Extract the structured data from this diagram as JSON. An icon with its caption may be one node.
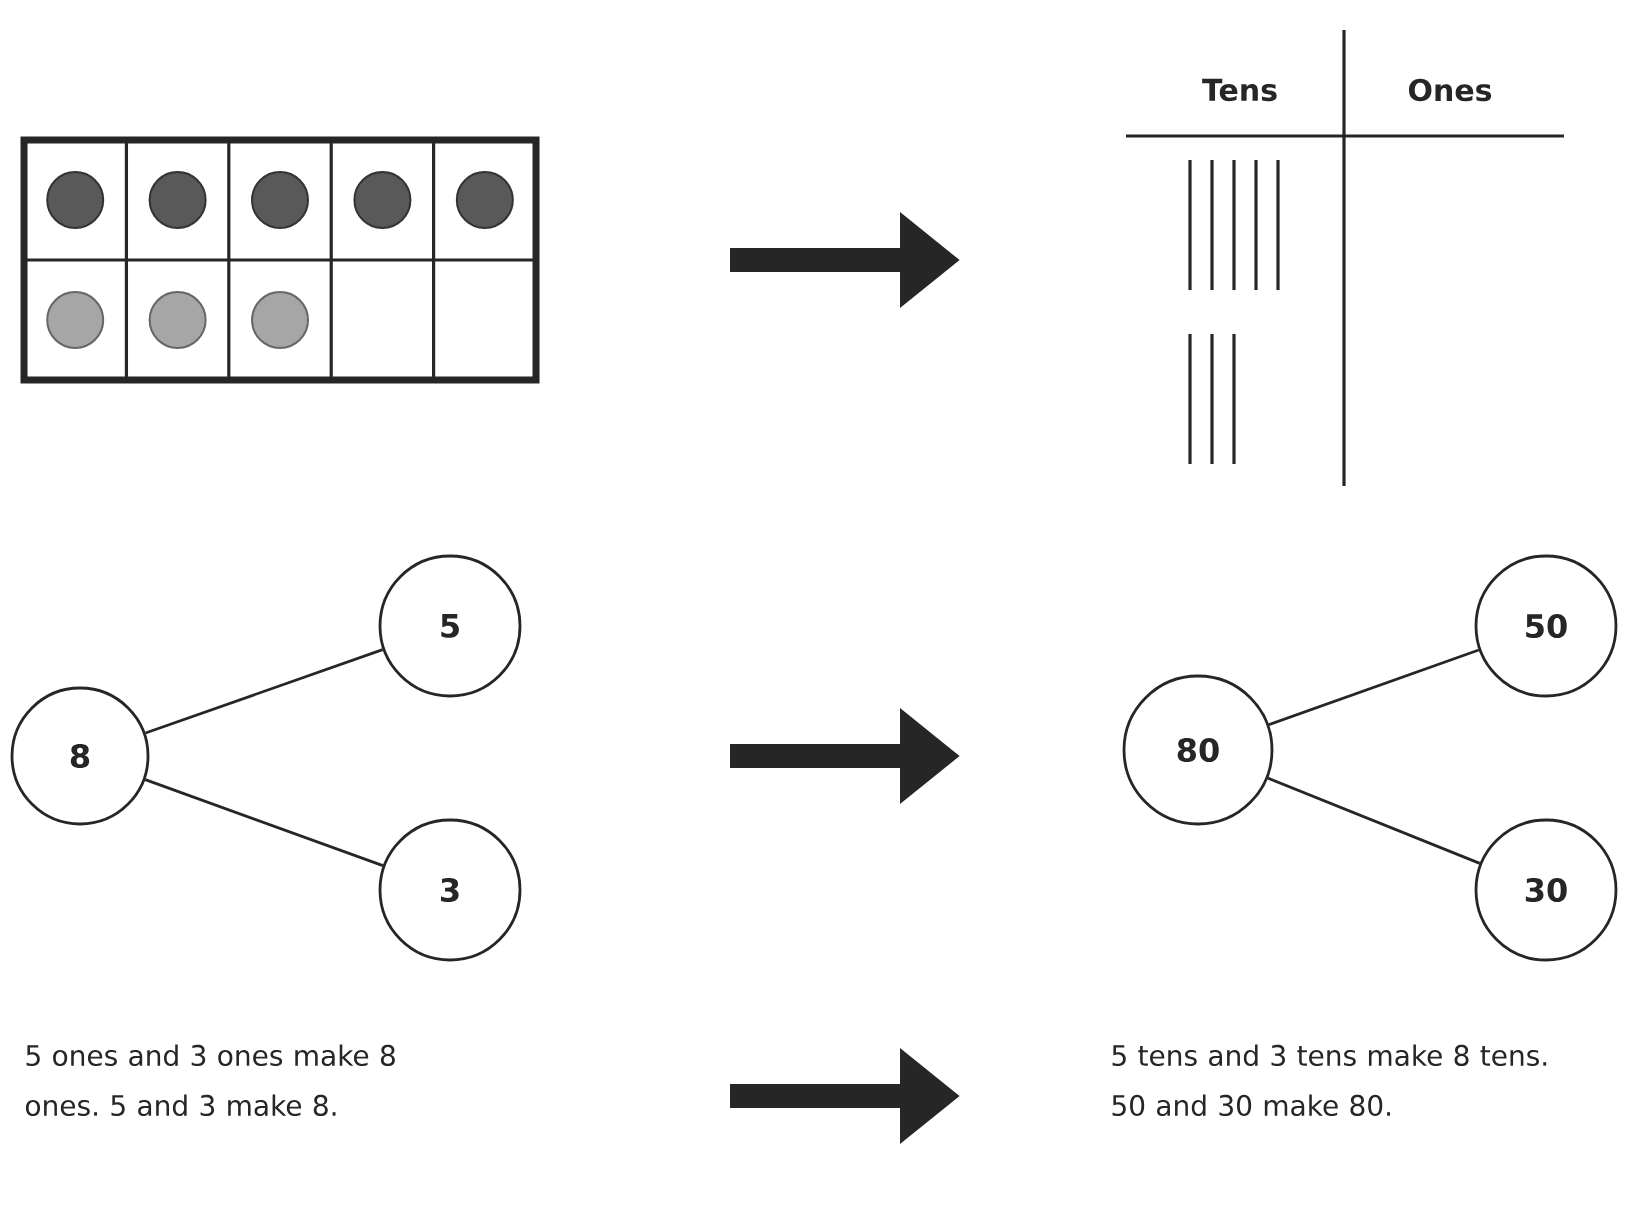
{
  "diagram": {
    "nodes": [
      {
        "text": [
          "8"
        ]
      },
      {
        "text": [
          "5"
        ]
      },
      {
        "text": [
          "3"
        ]
      },
      {
        "text": [
          "80"
        ]
      },
      {
        "text": [
          "50"
        ]
      },
      {
        "text": [
          "30"
        ]
      }
    ],
    "edges": [
      {
        "from": 0,
        "to": 1,
        "arrow": "none"
      },
      {
        "from": 0,
        "to": 2,
        "arrow": "none"
      },
      {
        "from": 3,
        "to": 4,
        "arrow": "none"
      },
      {
        "from": 3,
        "to": 5,
        "arrow": "none"
      }
    ],
    "labels": [
      "Tens",
      "Ones",
      "5 ones and 3 ones make 8 ones. 5 and 3 make 8.",
      "5 tens and 3 tens make 8 tens. 50 and 30 make 80."
    ]
  }
}
